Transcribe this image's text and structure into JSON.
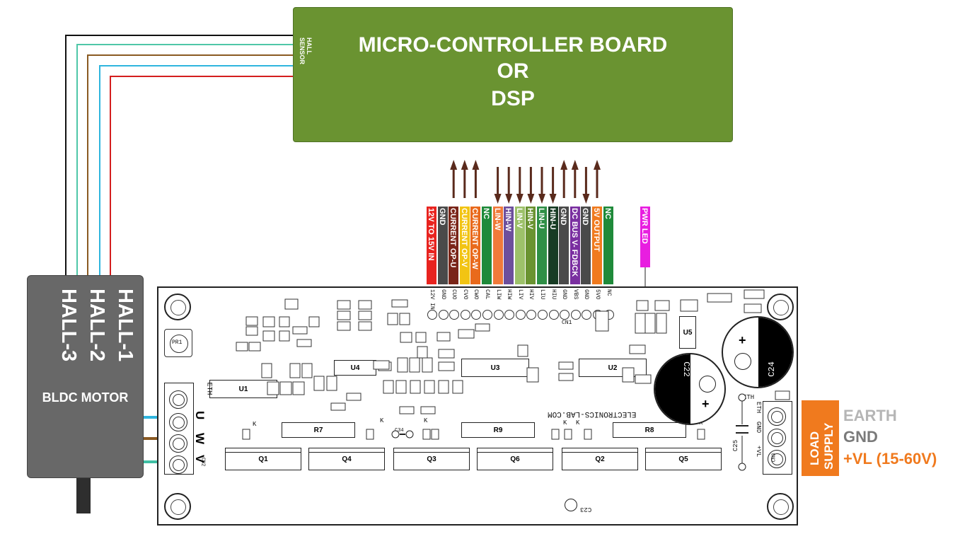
{
  "mcu_board": {
    "title_line1": "MICRO-CONTROLLER BOARD",
    "title_line2": "OR",
    "title_line3": "DSP",
    "hall_label_1": "HALL",
    "hall_label_2": "SENSOR"
  },
  "motor": {
    "hall_1": "HALL-1",
    "hall_2": "HALL-2",
    "hall_3": "HALL-3",
    "name": "BLDC MOTOR"
  },
  "header_pins": [
    {
      "label": "12V TO 15V IN",
      "color": "#e8231f",
      "silk": "12V IN",
      "arrow": "none"
    },
    {
      "label": "GND",
      "color": "#4a4a4a",
      "silk": "GND",
      "arrow": "none"
    },
    {
      "label": "CURRENT OP-U",
      "color": "#7a2518",
      "silk": "CUO",
      "arrow": "up"
    },
    {
      "label": "CURRENT OP-V",
      "color": "#f2c413",
      "silk": "CVO",
      "arrow": "up"
    },
    {
      "label": "CURRENT OP-W",
      "color": "#e96a1c",
      "silk": "CWO",
      "arrow": "up"
    },
    {
      "label": "NC",
      "color": "#1f8a3a",
      "silk": "CAL",
      "arrow": "none"
    },
    {
      "label": "LIN-W",
      "color": "#f07a3a",
      "silk": "LIW",
      "arrow": "down"
    },
    {
      "label": "HIN-W",
      "color": "#6d4f9c",
      "silk": "HIW",
      "arrow": "down"
    },
    {
      "label": "LIN-V",
      "color": "#9dc16a",
      "silk": "LIV",
      "arrow": "down"
    },
    {
      "label": "HIN-V",
      "color": "#6a9331",
      "silk": "HIV",
      "arrow": "down"
    },
    {
      "label": "LIN-U",
      "color": "#2f8f46",
      "silk": "LIU",
      "arrow": "down"
    },
    {
      "label": "HIN-U",
      "color": "#173c24",
      "silk": "HIU",
      "arrow": "down"
    },
    {
      "label": "GND",
      "color": "#4a4a4a",
      "silk": "GND",
      "arrow": "up"
    },
    {
      "label": "DC BUS V- FDBCK",
      "color": "#7a2fa0",
      "silk": "VBS",
      "arrow": "up"
    },
    {
      "label": "GND",
      "color": "#4a4a4a",
      "silk": "GND",
      "arrow": "down"
    },
    {
      "label": "5V OUTPUT",
      "color": "#f07a1e",
      "silk": "5VO",
      "arrow": "up"
    },
    {
      "label": "NC",
      "color": "#1f8a3a",
      "silk": "NC",
      "arrow": "none"
    }
  ],
  "pwr_led": {
    "label": "PWR LED",
    "color": "#e81ee0"
  },
  "pcb": {
    "website": "ELECTRONICS-LAB.COM",
    "ics": [
      "U1",
      "U2",
      "U3",
      "U4",
      "U5"
    ],
    "transistors": [
      "Q1",
      "Q4",
      "Q3",
      "Q6",
      "Q2",
      "Q5"
    ],
    "resistors": [
      "R7",
      "R9",
      "R8"
    ],
    "caps": [
      "C22",
      "C24",
      "C23",
      "C25",
      "C34"
    ],
    "eth_label": "ETH",
    "gnd_label": "GND",
    "vl_label": "+VL",
    "cn2": "CN2",
    "cn3": "CN3",
    "cn1": "CN1",
    "pr1": "PR1",
    "motor_terms": [
      "U",
      "W",
      "V"
    ],
    "diode_k": "K"
  },
  "supply": {
    "load_1": "LOAD",
    "load_2": "SUPPLY",
    "earth": "EARTH",
    "gnd": "GND",
    "vl": "+VL (15-60V)"
  },
  "colors": {
    "board_green": "#6a9331",
    "motor_gray": "#686868",
    "load_orange": "#f07a1e",
    "earth_gray": "#b5b5b5",
    "gnd_gray": "#7a7a7a"
  }
}
